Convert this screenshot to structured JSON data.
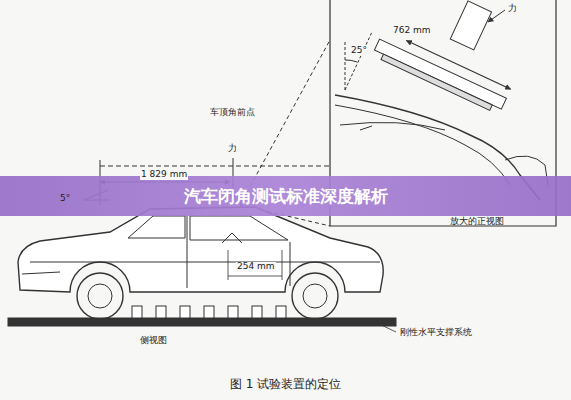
{
  "diagram": {
    "title": "汽车闭角测试标准深度解析",
    "caption": "图 1  试验装置的定位",
    "labels": [
      "力",
      "762 mm",
      "25°",
      "车顶角前点",
      "力",
      "1 829 mm",
      "5°",
      "254 mm",
      "放大的正视图",
      "侧视图",
      "刚性水平支撑系统"
    ]
  }
}
